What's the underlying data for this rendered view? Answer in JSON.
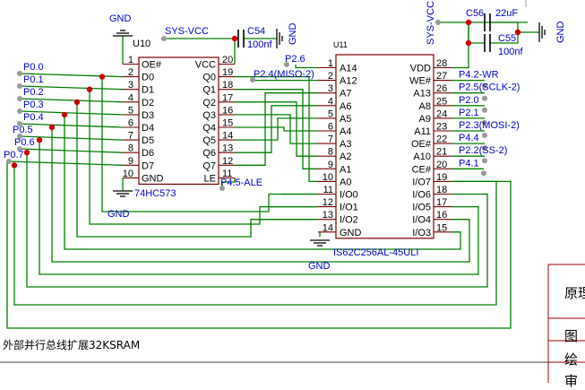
{
  "sheet_caption": "外部并行总线扩展32KSRAM",
  "title_block": [
    "原理",
    "图",
    "绘",
    "审"
  ],
  "net_labels": {
    "gnd": "GND",
    "sys_vcc": "SYS-VCC",
    "p45_ale": "P4.5-ALE",
    "p26": "P2.6",
    "p24_miso": "P2.4(MISO-2)",
    "p42_wr": "P4.2-WR",
    "p25_sclk": "P2.5(SCLK-2)",
    "p20": "P2.0",
    "p21": "P2.1",
    "p23_mosi": "P2.3(MOSI-2)",
    "p44": "P4.4",
    "p22_ss": "P2.2(SS-2)",
    "p41": "P4.1"
  },
  "port0_labels": [
    "P0.0",
    "P0.1",
    "P0.2",
    "P0.3",
    "P0.4",
    "P0.5",
    "P0.6",
    "P0.7"
  ],
  "u10": {
    "ref": "U10",
    "part": "74HC573",
    "left_pins": [
      {
        "num": "1",
        "name": "OE#"
      },
      {
        "num": "2",
        "name": "D0"
      },
      {
        "num": "3",
        "name": "D1"
      },
      {
        "num": "4",
        "name": "D2"
      },
      {
        "num": "5",
        "name": "D3"
      },
      {
        "num": "6",
        "name": "D4"
      },
      {
        "num": "7",
        "name": "D5"
      },
      {
        "num": "8",
        "name": "D6"
      },
      {
        "num": "9",
        "name": "D7"
      },
      {
        "num": "10",
        "name": "GND"
      }
    ],
    "right_pins": [
      {
        "num": "20",
        "name": "VCC"
      },
      {
        "num": "19",
        "name": "Q0"
      },
      {
        "num": "18",
        "name": "Q1"
      },
      {
        "num": "17",
        "name": "Q2"
      },
      {
        "num": "16",
        "name": "Q3"
      },
      {
        "num": "15",
        "name": "Q4"
      },
      {
        "num": "14",
        "name": "Q5"
      },
      {
        "num": "13",
        "name": "Q6"
      },
      {
        "num": "12",
        "name": "Q7"
      },
      {
        "num": "11",
        "name": "LE"
      }
    ]
  },
  "u11": {
    "ref": "U11",
    "part": "IS62C256AL-45ULI",
    "left_pins": [
      {
        "num": "1",
        "name": "A14"
      },
      {
        "num": "2",
        "name": "A12"
      },
      {
        "num": "3",
        "name": "A7"
      },
      {
        "num": "4",
        "name": "A6"
      },
      {
        "num": "5",
        "name": "A5"
      },
      {
        "num": "6",
        "name": "A4"
      },
      {
        "num": "7",
        "name": "A3"
      },
      {
        "num": "8",
        "name": "A2"
      },
      {
        "num": "9",
        "name": "A1"
      },
      {
        "num": "10",
        "name": "A0"
      },
      {
        "num": "11",
        "name": "I/O0"
      },
      {
        "num": "12",
        "name": "I/O1"
      },
      {
        "num": "13",
        "name": "I/O2"
      },
      {
        "num": "14",
        "name": "GND"
      }
    ],
    "right_pins": [
      {
        "num": "28",
        "name": "VDD"
      },
      {
        "num": "27",
        "name": "WE#"
      },
      {
        "num": "26",
        "name": "A13"
      },
      {
        "num": "25",
        "name": "A8"
      },
      {
        "num": "24",
        "name": "A9"
      },
      {
        "num": "23",
        "name": "A11"
      },
      {
        "num": "22",
        "name": "OE#"
      },
      {
        "num": "21",
        "name": "A10"
      },
      {
        "num": "20",
        "name": "CE#"
      },
      {
        "num": "19",
        "name": "I/O7"
      },
      {
        "num": "18",
        "name": "I/O6"
      },
      {
        "num": "17",
        "name": "I/O5"
      },
      {
        "num": "16",
        "name": "I/O4"
      },
      {
        "num": "15",
        "name": "I/O3"
      }
    ]
  },
  "capacitors": {
    "c54": {
      "ref": "C54",
      "value": "100nf"
    },
    "c56": {
      "ref": "C56",
      "value": "22uF"
    },
    "c55": {
      "ref": "C55",
      "value": "100nf"
    }
  },
  "colors": {
    "wire": "#008000",
    "pin": "#7a0000",
    "body": "#7a0000",
    "net_label": "#0000cc",
    "junction": "#cc0000",
    "text": "#000000",
    "port_dot": "#9a9a9a",
    "title_block": "#a00000"
  }
}
